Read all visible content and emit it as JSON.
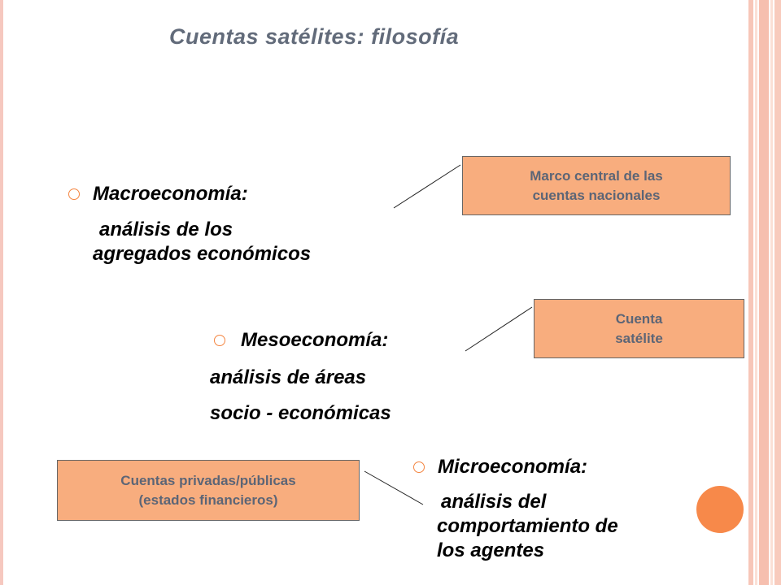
{
  "slide": {
    "title": "Cuentas satélites: filosofía",
    "bullets": {
      "macro": {
        "heading": "Macroeconomía:",
        "line1": "análisis de los",
        "line2": "agregados económicos"
      },
      "meso": {
        "heading": "Mesoeconomía:",
        "line1": "análisis de áreas",
        "line2": "socio - económicas"
      },
      "micro": {
        "heading": "Microeconomía:",
        "line1": "análisis del",
        "line2": "comportamiento de",
        "line3": "los agentes"
      }
    },
    "boxes": {
      "central": "Marco central de las\ncuentas nacionales",
      "satellite": "Cuenta\nsatélite",
      "private": "Cuentas privadas/públicas\n(estados financieros)"
    },
    "colors": {
      "accent": "#f4843f",
      "box_fill": "#f8ad7e",
      "title_text": "#626b7a",
      "box_text": "#5c6576"
    }
  }
}
